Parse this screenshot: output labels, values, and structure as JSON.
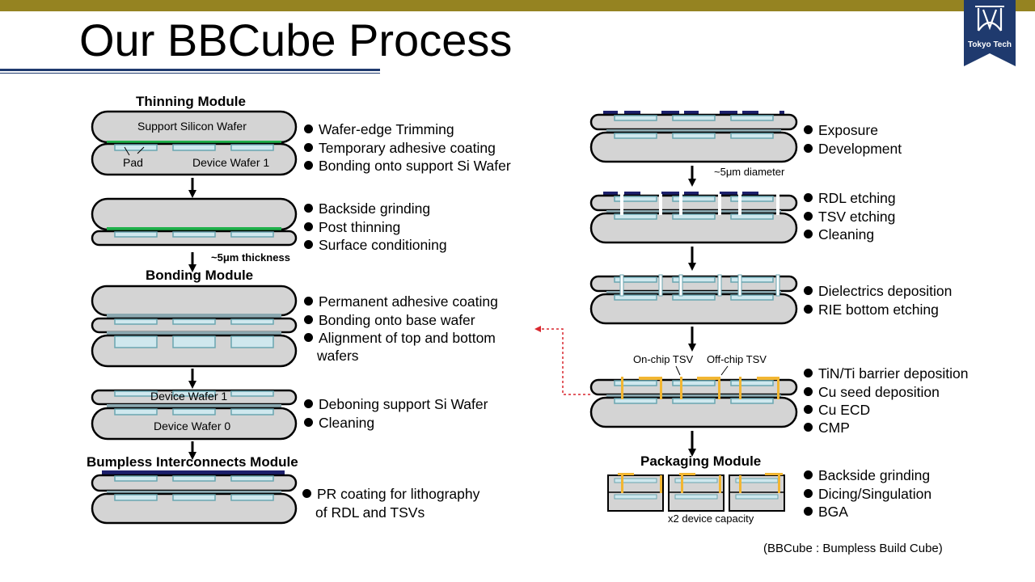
{
  "slide": {
    "title": "Our BBCube Process",
    "logo_text": "Tokyo Tech",
    "footnote": "(BBCube : Bumpless Build Cube)"
  },
  "modules": {
    "thinning": "Thinning Module",
    "bonding": "Bonding Module",
    "bumpless": "Bumpless Interconnects Module",
    "packaging": "Packaging Module"
  },
  "labels": {
    "support_wafer": "Support Silicon Wafer",
    "pad": "Pad",
    "device_wafer_1": "Device Wafer 1",
    "device_wafer_1_b": "Device Wafer 1",
    "device_wafer_0": "Device Wafer 0",
    "thickness": "~5μm thickness",
    "diameter": "~5μm diameter",
    "on_chip_tsv": "On-chip TSV",
    "off_chip_tsv": "Off-chip TSV",
    "capacity": "x2 device capacity"
  },
  "steps_left": [
    [
      "Wafer-edge Trimming",
      "Temporary adhesive coating",
      "Bonding onto support Si Wafer"
    ],
    [
      "Backside grinding",
      "Post thinning",
      "Surface  conditioning"
    ],
    [
      "Permanent adhesive coating",
      "Bonding onto base wafer",
      "Alignment of top and bottom"
    ],
    [
      "Deboning support Si Wafer",
      "Cleaning"
    ],
    [
      "PR coating  for lithography"
    ]
  ],
  "steps_left_cont": [
    "wafers",
    "of RDL and TSVs"
  ],
  "steps_right": [
    [
      "Exposure",
      "Development"
    ],
    [
      "RDL etching",
      "TSV etching",
      "Cleaning"
    ],
    [
      "Dielectrics deposition",
      "RIE bottom etching"
    ],
    [
      "TiN/Ti barrier deposition",
      "Cu seed deposition",
      "Cu ECD",
      "CMP"
    ],
    [
      "Backside grinding",
      "Dicing/Singulation",
      "BGA"
    ]
  ],
  "colors": {
    "header_bar": "#958321",
    "navy": "#1f3a6e",
    "wafer_fill": "#d4d4d4",
    "adhesive_green": "#1fb04a",
    "pad_fill": "#cfe8ee",
    "pad_stroke": "#6aa6b0",
    "photoresist": "#1c1f6b",
    "copper": "#f2b632",
    "link_red": "#d9272e"
  }
}
